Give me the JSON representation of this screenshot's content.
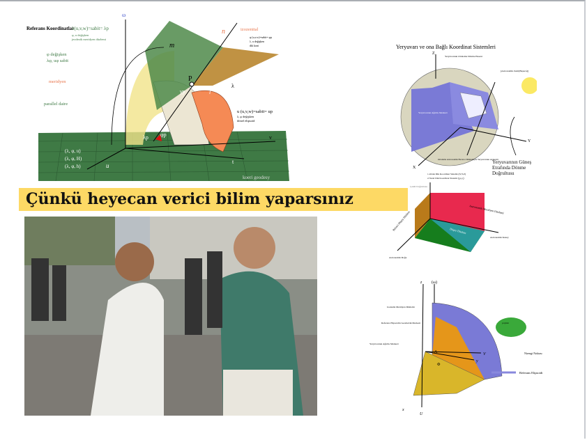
{
  "slide": {
    "headline": "Çünkü heyecan verici bilim yaparsınız"
  },
  "diagram_reference": {
    "title": "Referans Koordinatlar",
    "labels": {
      "lambda_plane": "λ(u,v,w)=sabit= λp",
      "lambda_plane_sub1": "φ, u değişken",
      "lambda_plane_sub2": "jeodezik meridyen düzlemi",
      "phi_var": "φ değişken",
      "phi_var_sub": "λφ, uφ sabit",
      "meridyen": "meridyen",
      "parallel": "parallel daire",
      "izozenital": "izozenital",
      "cone": "φ (u,v,w)=sabit= φp",
      "cone_sub1": "λ, u değişken",
      "cone_sub2": "dik koni",
      "u_surface": "u (u,v,w)=sabit= up",
      "u_surface_sub1": "λ, φ değişken",
      "u_surface_sub2": "dönel elipsoid",
      "coords1": "(λ, φ, u)",
      "coords2": "(λ, φ, H)",
      "coords3": "(λ, φ, h)",
      "axis_omega": "ω",
      "axis_n": "n",
      "axis_m": "m",
      "point_p": "P",
      "axis_lambda": "λ",
      "axis_l": "l",
      "gamma": "γp",
      "lambda_p": "λp",
      "phi_p": "φp",
      "axis_v": "v",
      "axis_t": "t",
      "axis_u": "u",
      "credit": "koeri geodesy"
    }
  },
  "diagram_earth": {
    "title": "Yeryuvarı ve ona Bağlı Koordinat Sistemleri",
    "labels": {
      "z": "Z",
      "x": "X",
      "y": "Y",
      "zenith": "[Astronomik Zenit(Başucu)]",
      "center": "Yeryuvarının Ağırlık Merkezi",
      "rotation": "Yeryuvarının Ortalama Dönme Ekseni",
      "orbit": "Yeryuvarının Güneş Etrafında Dönme Doğrultusu",
      "equator": "Ortalama Astronomik Ekvator Düzlemiyle Yeryuvarının Arakesiti"
    }
  },
  "diagram_local": {
    "legend1": "1-Ortak Dik Koordinat Sistemi (X,Y,Z)",
    "legend2": "2-Yerel Dik Koordinat Sistemi (ξ,η,ζ)",
    "meridian_plane": "Astronomik Meridyen Düzlemi",
    "vertical_plane": "Birinci Düşey Düzlem",
    "vertical": "Düşey Düzlem",
    "north": "Astronomik Kuzey",
    "east": "Astronomik Doğu",
    "plumb": "Çekül Doğrultusu"
  },
  "diagram_ellipsoid": {
    "labels": {
      "z": "z",
      "omega": "(ω)",
      "meridian": "Jeodezik Meridyen Düzlemi",
      "geo_center": "Referans Elipsoidin Geometrik Merkezi",
      "mass_center": "Yeryuvarının Ağırlık Merkezi",
      "station": "Nirengi Noktası",
      "ref": "Referans Elipsoidi",
      "surface": "yeryüzü",
      "V": "V",
      "y": "y",
      "x": "x",
      "U": "U",
      "phi": "Φ",
      "lambda": "Λ"
    }
  },
  "colors": {
    "banner": "#fdd965",
    "ground": "#3f7a45",
    "orange": "#f58a55",
    "purple": "#7a7ad6",
    "gold": "#d9b62a"
  }
}
